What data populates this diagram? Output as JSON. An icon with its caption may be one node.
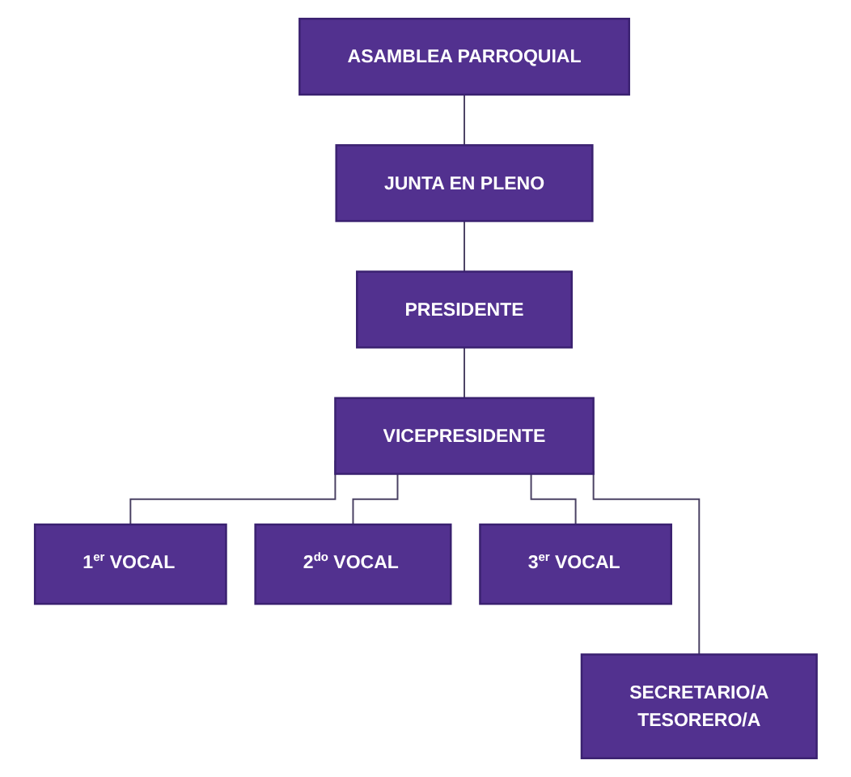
{
  "diagram": {
    "nodes": [
      {
        "text": [
          "ASAMBLEA PARROQUIAL"
        ]
      },
      {
        "text": [
          "JUNTA EN PLENO"
        ]
      },
      {
        "text": [
          "PRESIDENTE"
        ]
      },
      {
        "text": [
          "VICEPRESIDENTE"
        ]
      },
      {
        "text": [
          "1$^{er}$ VOCAL"
        ]
      },
      {
        "text": [
          "2$^{do}$ VOCAL"
        ]
      },
      {
        "text": [
          "3$^{er}$ VOCAL"
        ]
      },
      {
        "text": [
          "SECRETARIO/A",
          "TESORERO/A"
        ]
      }
    ],
    "edges": [
      {
        "from": 0,
        "to": 1,
        "arrow": "none"
      },
      {
        "from": 1,
        "to": 2,
        "arrow": "none"
      },
      {
        "from": 2,
        "to": 3,
        "arrow": "none"
      },
      {
        "from": 3,
        "to": 4,
        "arrow": "none"
      },
      {
        "from": 3,
        "to": 5,
        "arrow": "none"
      },
      {
        "from": 3,
        "to": 7,
        "arrow": "none"
      },
      {
        "from": 3,
        "to": 6,
        "arrow": "none"
      }
    ]
  }
}
